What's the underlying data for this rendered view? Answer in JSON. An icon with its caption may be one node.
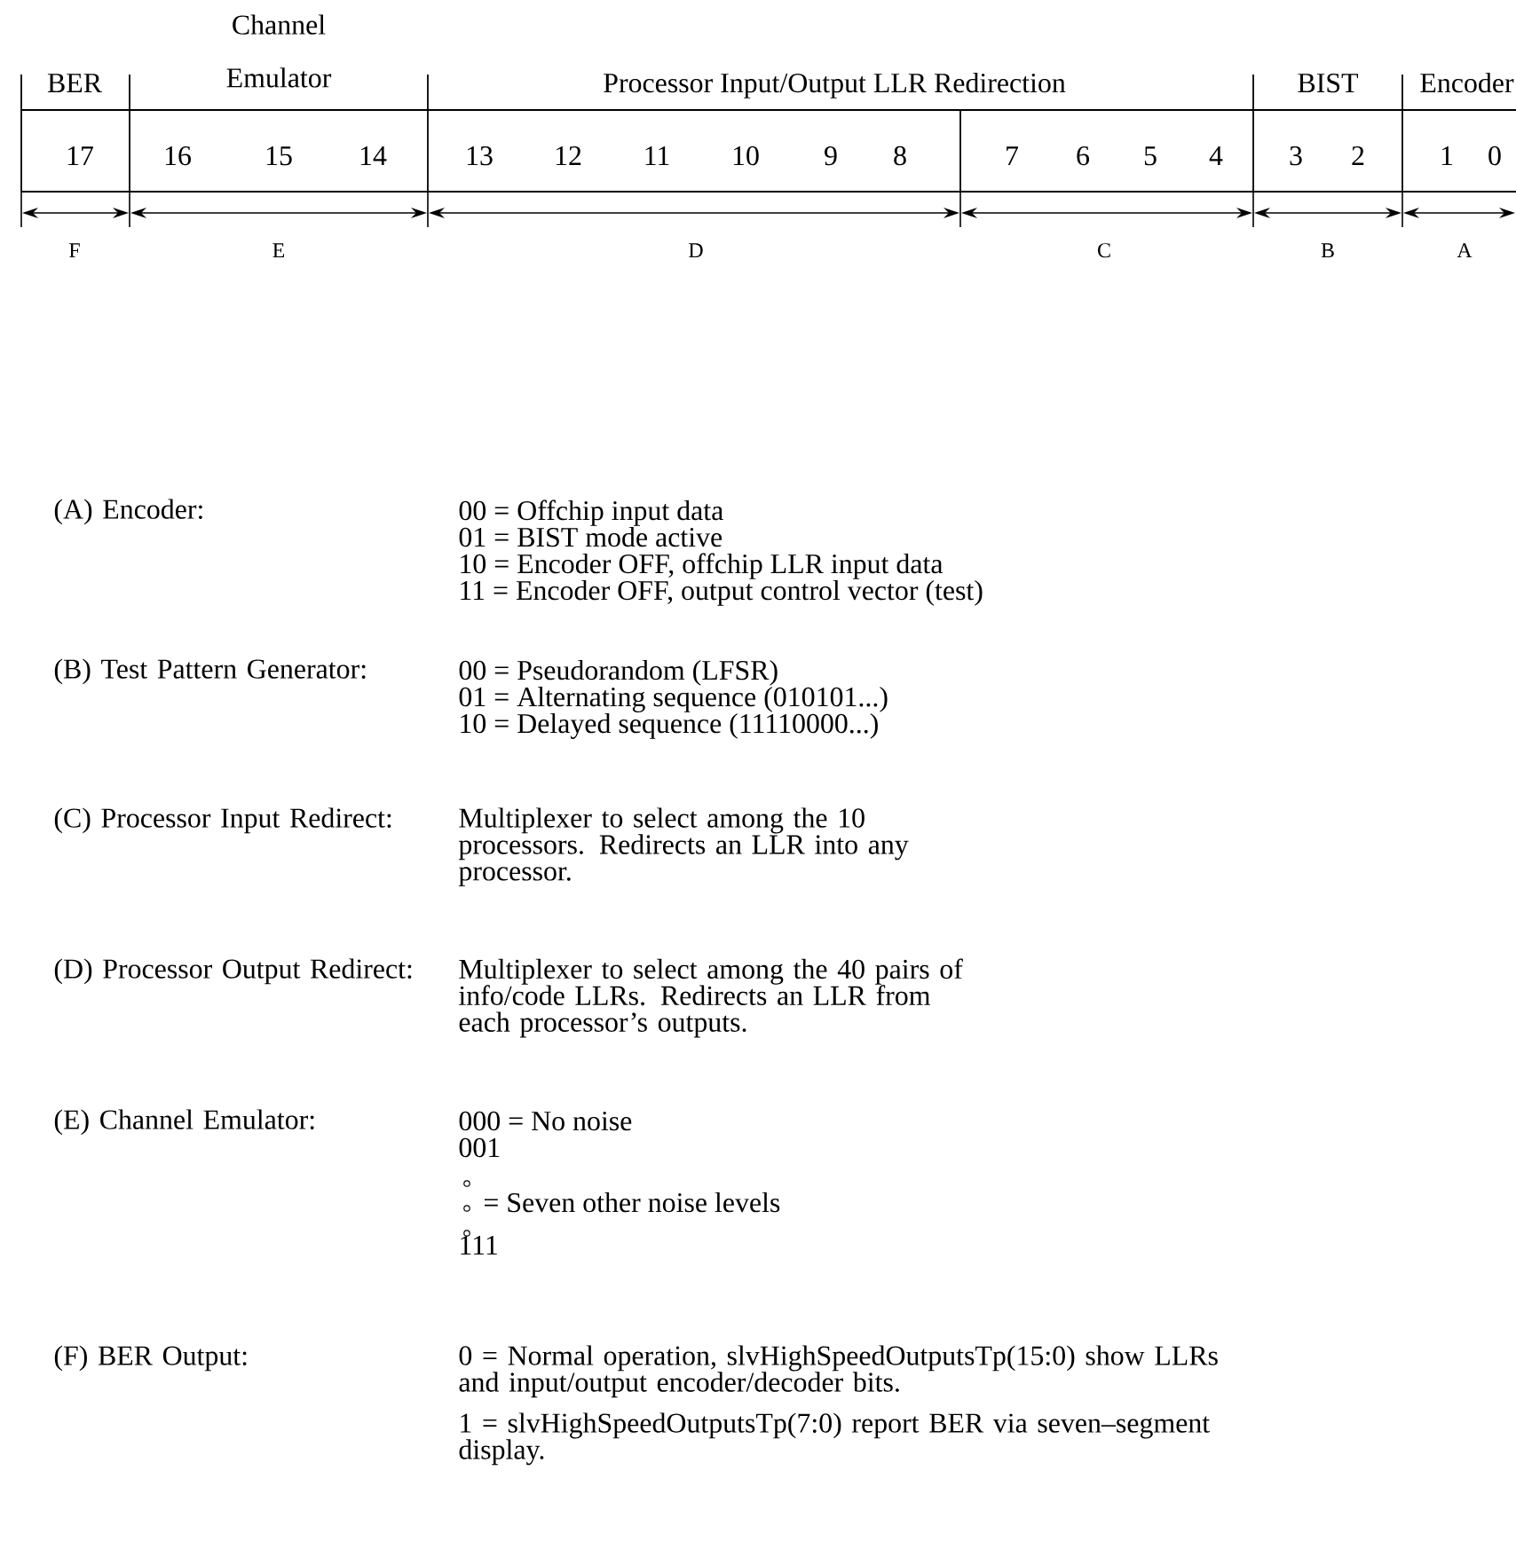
{
  "diagram": {
    "labels": [
      "BER",
      "Channel Emulator",
      "Processor Input/Output LLR Redirection",
      "BIST",
      "Encoder",
      "17",
      "16",
      "15",
      "14",
      "13",
      "12",
      "11",
      "10",
      "9",
      "8",
      "7",
      "6",
      "5",
      "4",
      "3",
      "2",
      "1",
      "0",
      "F",
      "E",
      "D",
      "C",
      "B",
      "A",
      "(A) Encoder:",
      "00 = Offchip input data",
      "01 = BIST mode active",
      "10 = Encoder OFF, offchip LLR input data",
      "11 = Encoder OFF, output control vector (test)",
      "(B) Test Pattern Generator:",
      "00 = Pseudorandom (LFSR)",
      "01 = Alternating sequence (010101...)",
      "10 = Delayed sequence (11110000...)",
      "(C) Processor Input Redirect:",
      "Multiplexer to select among the 10 processors. Redirects an LLR into any processor.",
      "(D) Processor Output Redirect:",
      "Multiplexer to select among the 40 pairs of info/code LLRs. Redirects an LLR from each processor’s outputs.",
      "(E) Channel Emulator:",
      "000 = No noise",
      "001",
      "= Seven other noise levels",
      "111",
      "(F) BER Output:",
      "0 = Normal operation, slvHighSpeedOutputsTp(15:0) show LLRs and input/output encoder/decoder bits.",
      "1 = slvHighSpeedOutputsTp(7:0) report BER via seven–segment display."
    ]
  }
}
